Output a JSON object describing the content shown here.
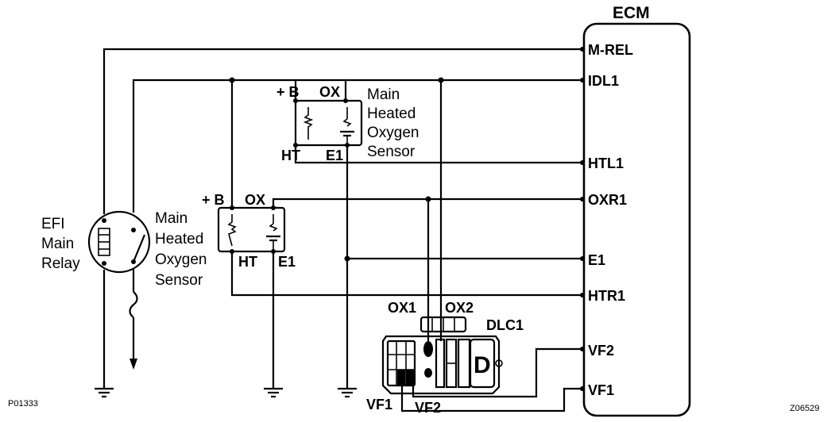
{
  "ecm": {
    "title": "ECM",
    "pins": [
      "M-REL",
      "IDL1",
      "HTL1",
      "OXR1",
      "E1",
      "HTR1",
      "VF2",
      "VF1"
    ]
  },
  "relay": {
    "line1": "EFI",
    "line2": "Main",
    "line3": "Relay"
  },
  "sensor1": {
    "plus_b": "+ B",
    "ox": "OX",
    "ht": "HT",
    "e1": "E1",
    "line1": "Main",
    "line2": "Heated",
    "line3": "Oxygen",
    "line4": "Sensor"
  },
  "sensor2": {
    "plus_b": "+ B",
    "ox": "OX",
    "ht": "HT",
    "e1": "E1",
    "line1": "Main",
    "line2": "Heated",
    "line3": "Oxygen",
    "line4": "Sensor"
  },
  "dlc": {
    "title": "DLC1",
    "ox1": "OX1",
    "ox2": "OX2",
    "vf1": "VF1",
    "vf2": "VF2",
    "d": "D"
  },
  "codes": {
    "left": "P01333",
    "right": "Z06529"
  }
}
